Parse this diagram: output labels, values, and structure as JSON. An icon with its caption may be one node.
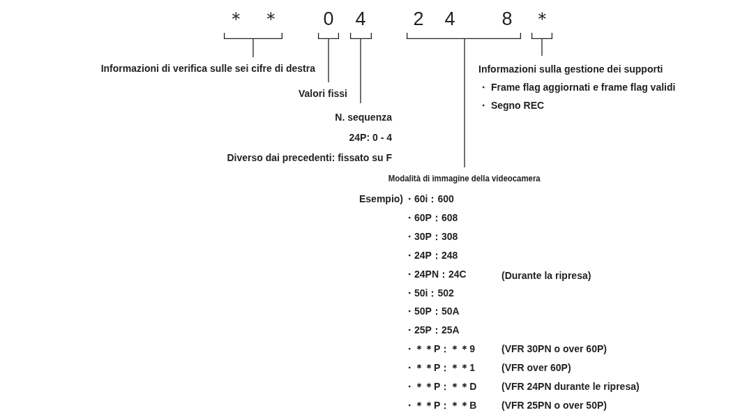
{
  "diagram": {
    "nodes": [
      {
        "text": [
          "＊",
          "＊"
        ]
      },
      {
        "text": [
          "0"
        ]
      },
      {
        "text": [
          "4"
        ]
      },
      {
        "text": [
          "2",
          "4",
          "8"
        ]
      },
      {
        "text": [
          "＊"
        ]
      },
      {
        "text": [
          "Informazioni di verifica sulle sei cifre di destra"
        ]
      },
      {
        "text": [
          "Valori fissi"
        ]
      },
      {
        "text": [
          "N. sequenza",
          "24P: 0 - 4",
          "Diverso dai precedenti: fissato su F"
        ]
      },
      {
        "text": [
          "Modalità di immagine della videocamera"
        ]
      },
      {
        "text": [
          "Informazioni sulla gestione dei supporti",
          "・ Frame flag aggiornati e frame flag validi",
          "・ Segno REC"
        ]
      }
    ],
    "edges": [
      {
        "from": 0,
        "to": 5,
        "arrow": "none"
      },
      {
        "from": 1,
        "to": 6,
        "arrow": "none"
      },
      {
        "from": 2,
        "to": 7,
        "arrow": "none"
      },
      {
        "from": 3,
        "to": 8,
        "arrow": "none"
      },
      {
        "from": 4,
        "to": 9,
        "arrow": "none"
      }
    ],
    "labels": [
      "Esempio)",
      "・60i：600",
      "・60P：608",
      "・30P：308",
      "・24P：248",
      "・24PN：24C",
      "(Durante la ripresa)",
      "・50i：502",
      "・50P：50A",
      "・25P：25A",
      "・＊＊P：＊＊9",
      "(VFR 30PN o over 60P)",
      "・＊＊P：＊＊1",
      "(VFR over 60P)",
      "・＊＊P：＊＊D",
      "(VFR 24PN durante le ripresa)",
      "・＊＊P：＊＊B",
      "(VFR 25PN o over 50P)"
    ]
  }
}
